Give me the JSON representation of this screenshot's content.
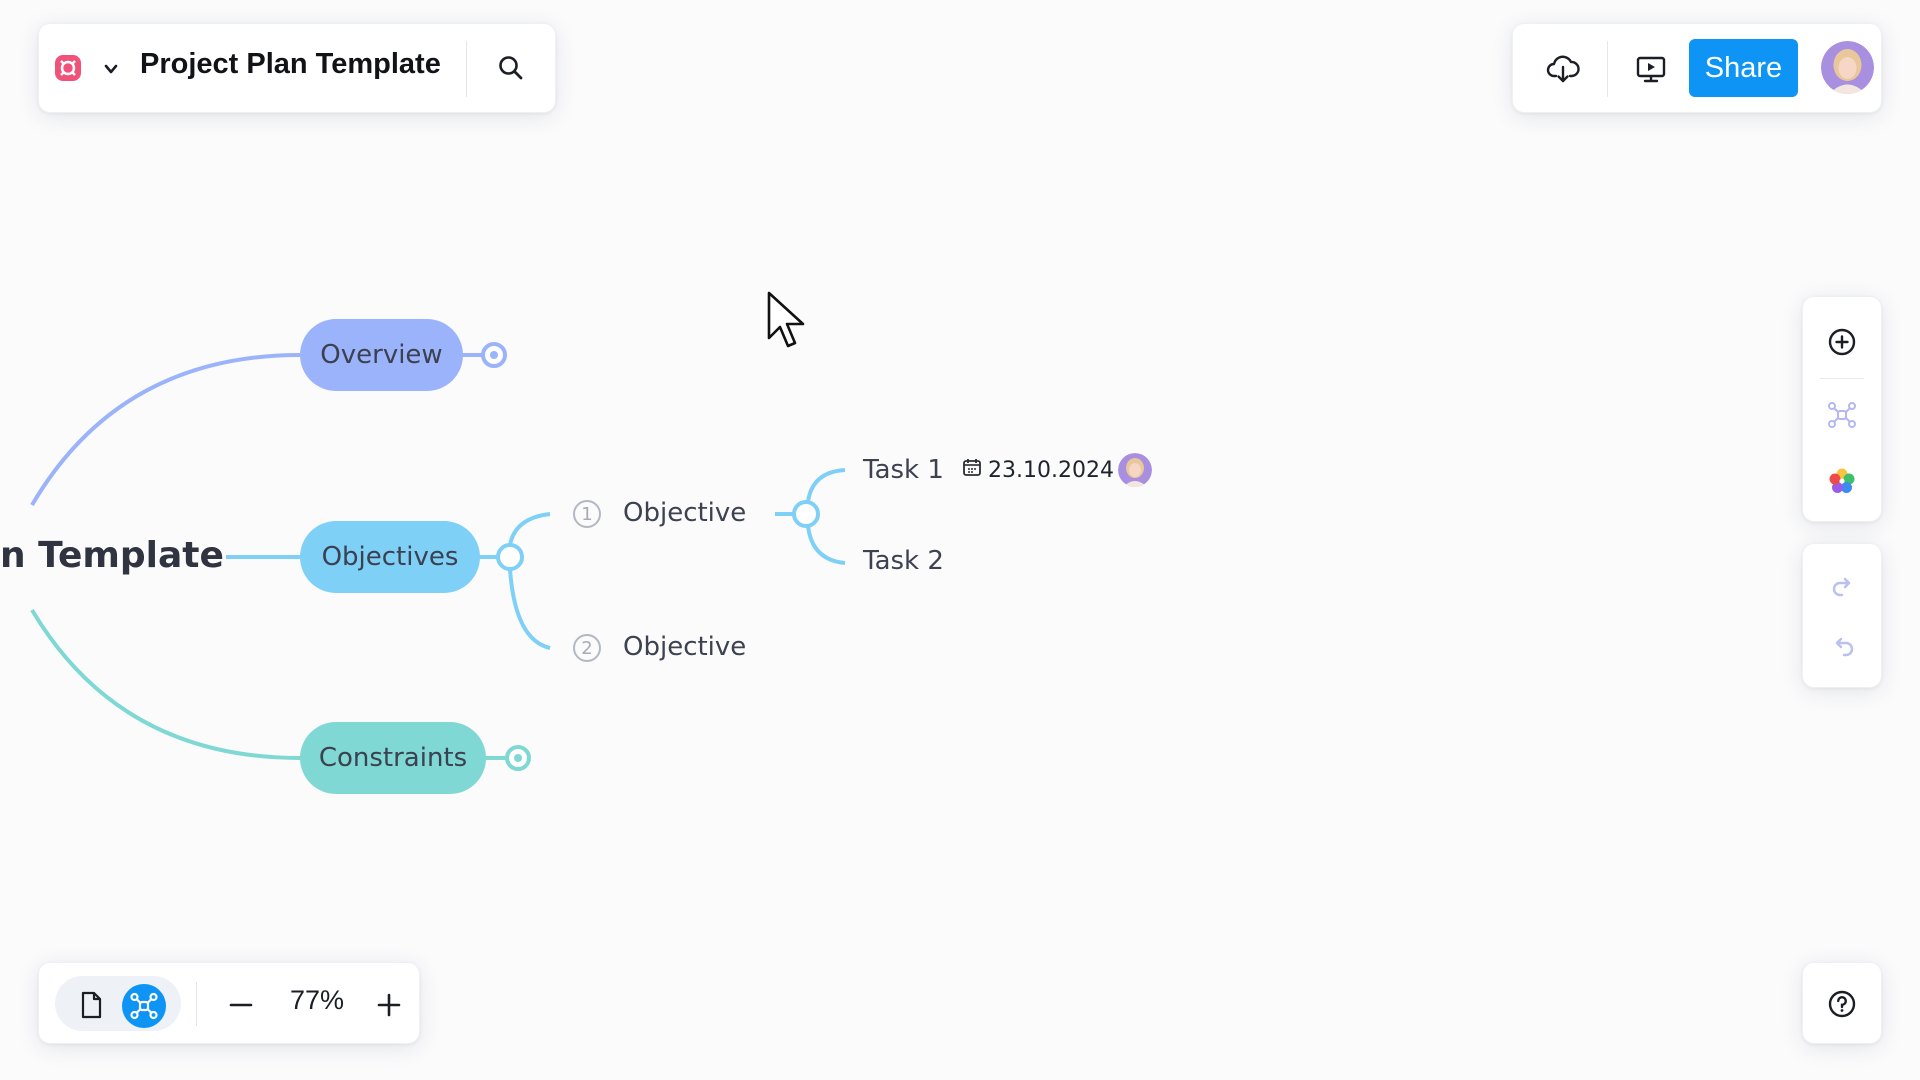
{
  "header": {
    "doc_title": "Project Plan Template"
  },
  "toolbar": {
    "share_label": "Share"
  },
  "zoom": {
    "level": "77%"
  },
  "mindmap": {
    "root_label": "n Template",
    "branches": {
      "overview": "Overview",
      "objectives": "Objectives",
      "constraints": "Constraints"
    },
    "objectives": [
      {
        "number": "1",
        "label": "Objective"
      },
      {
        "number": "2",
        "label": "Objective"
      }
    ],
    "tasks": [
      {
        "label": "Task 1",
        "date": "23.10.2024"
      },
      {
        "label": "Task 2"
      }
    ]
  },
  "colors": {
    "overview": "#9bb3fb",
    "objectives": "#7fd0f6",
    "constraints": "#7fd8d3",
    "share": "#0d94f4",
    "logo": "#f0527a"
  },
  "icons": {
    "app_logo": "app-logo-icon",
    "dropdown": "chevron-down-icon",
    "search": "search-icon",
    "cloud_download": "cloud-download-icon",
    "present": "present-icon",
    "add": "add-circle-icon",
    "mindmap": "mindmap-icon",
    "colors": "color-palette-icon",
    "redo": "redo-icon",
    "undo": "undo-icon",
    "help": "help-icon",
    "document_view": "document-icon",
    "zoom_out": "minus-icon",
    "zoom_in": "plus-icon",
    "calendar": "calendar-icon"
  }
}
